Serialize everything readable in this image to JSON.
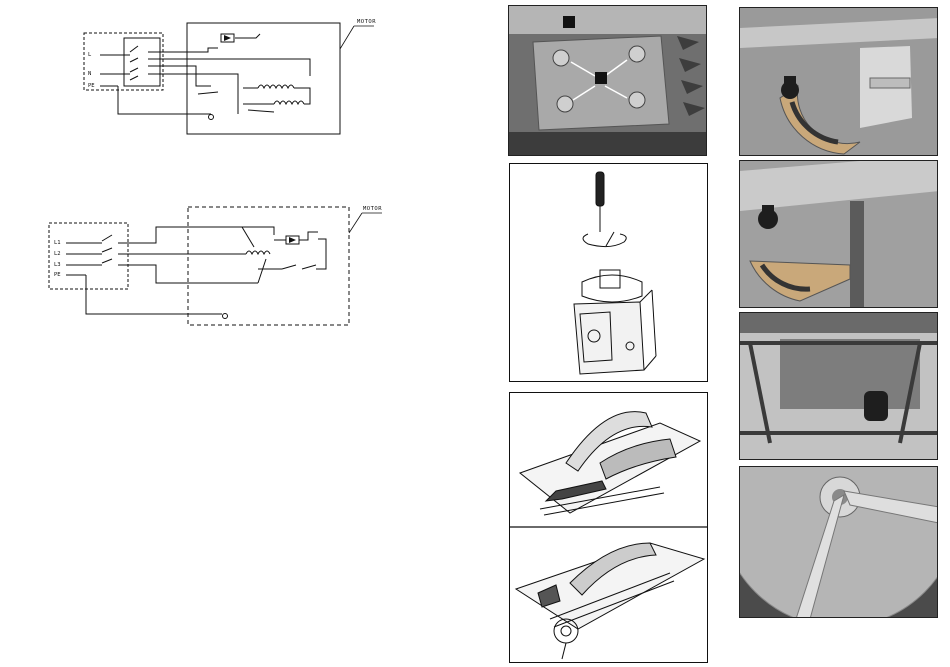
{
  "diagram_single_phase": {
    "terminals": [
      "L",
      "N",
      "PE"
    ],
    "motor_label": "MOTOR"
  },
  "diagram_three_phase": {
    "terminals": [
      "L1",
      "L2",
      "L3",
      "PE"
    ],
    "motor_label": "MOTOR"
  },
  "colors": {
    "line": "#111111",
    "photo_dark": "#4a4a4a",
    "photo_mid": "#8d8d8d",
    "photo_light": "#c9c9c9"
  }
}
